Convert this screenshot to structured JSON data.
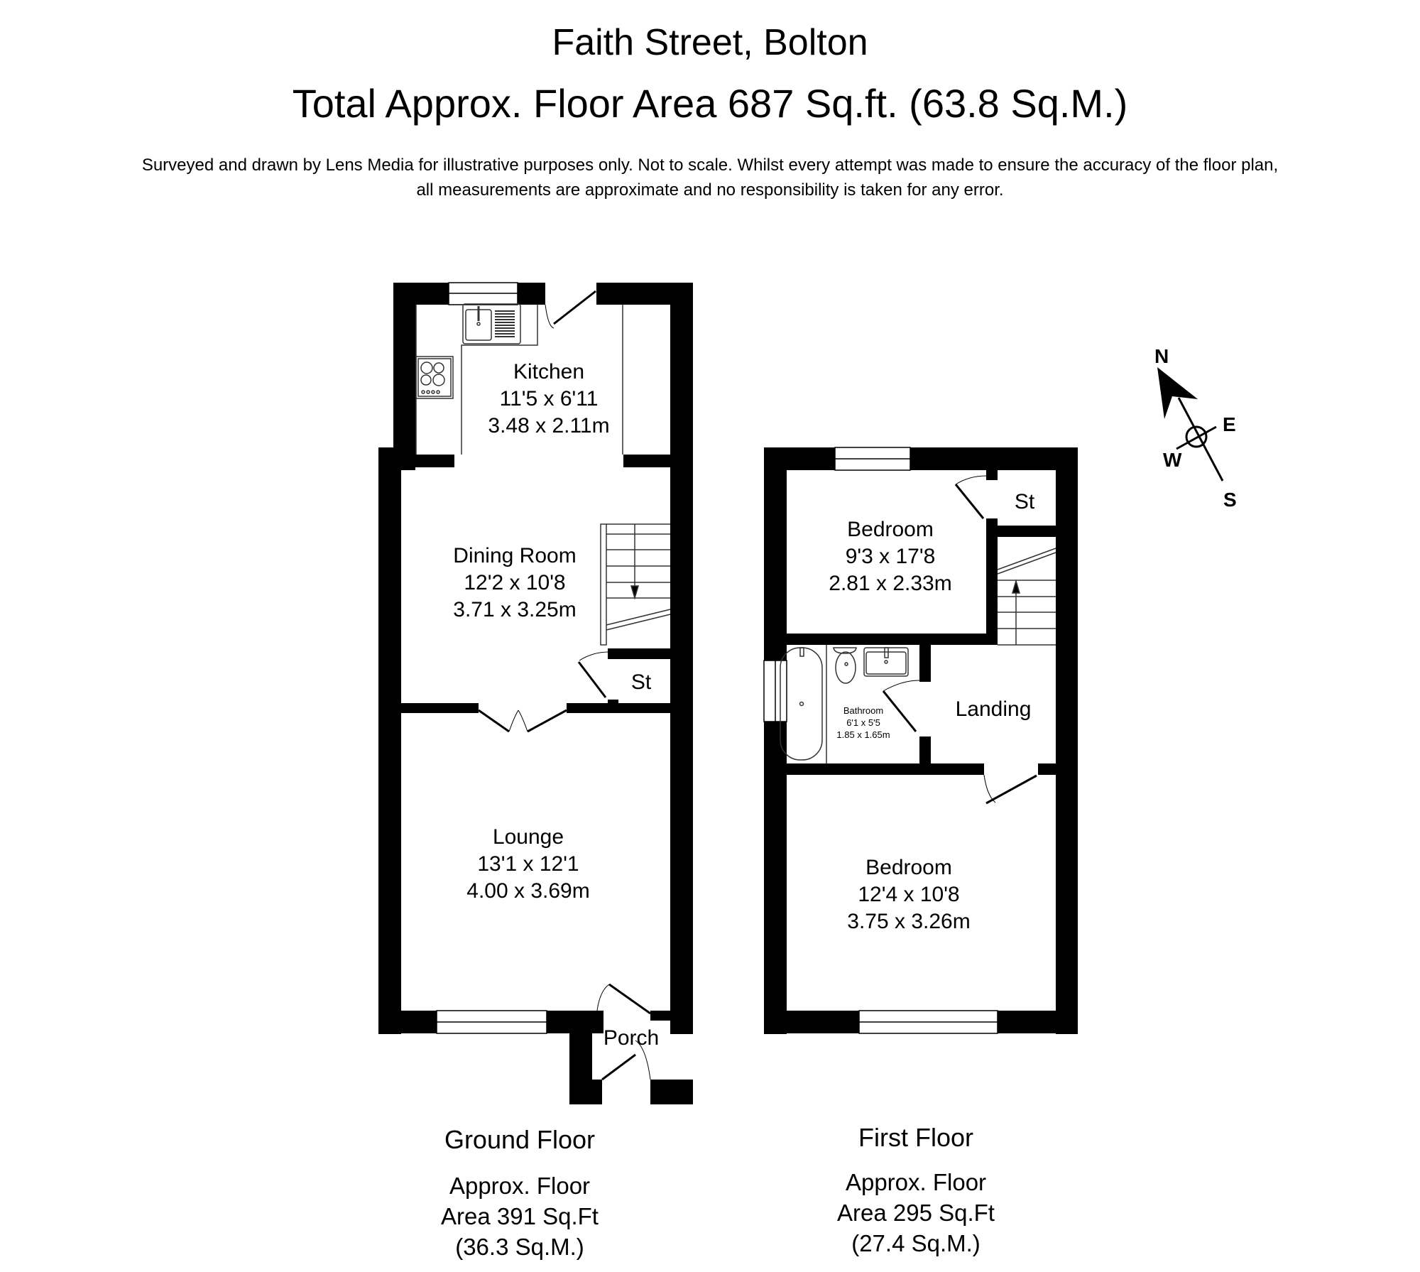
{
  "header": {
    "title": "Faith Street, Bolton",
    "total_area": "Total Approx. Floor Area 687 Sq.ft. (63.8 Sq.M.)",
    "disclaimer_line1": "Surveyed and drawn by Lens Media for illustrative purposes only. Not to scale. Whilst every attempt was made to ensure the accuracy of the floor plan,",
    "disclaimer_line2": "all measurements are approximate and no responsibility is taken for any error."
  },
  "ground_floor": {
    "name": "Ground Floor",
    "area_line1": "Approx. Floor",
    "area_line2": "Area 391 Sq.Ft",
    "area_line3": "(36.3 Sq.M.)",
    "rooms": {
      "kitchen": {
        "name": "Kitchen",
        "imperial": "11'5 x 6'11",
        "metric": "3.48 x 2.11m"
      },
      "dining": {
        "name": "Dining Room",
        "imperial": "12'2 x 10'8",
        "metric": "3.71 x 3.25m"
      },
      "store": {
        "name": "St"
      },
      "lounge": {
        "name": "Lounge",
        "imperial": "13'1 x 12'1",
        "metric": "4.00 x 3.69m"
      },
      "porch": {
        "name": "Porch"
      }
    }
  },
  "first_floor": {
    "name": "First Floor",
    "area_line1": "Approx. Floor",
    "area_line2": "Area 295 Sq.Ft",
    "area_line3": "(27.4 Sq.M.)",
    "rooms": {
      "bedroom_rear": {
        "name": "Bedroom",
        "imperial": "9'3 x 17'8",
        "metric": "2.81 x 2.33m"
      },
      "store": {
        "name": "St"
      },
      "bathroom": {
        "name": "Bathroom",
        "imperial": "6'1 x 5'5",
        "metric": "1.85 x 1.65m"
      },
      "landing": {
        "name": "Landing"
      },
      "bedroom_front": {
        "name": "Bedroom",
        "imperial": "12'4 x 10'8",
        "metric": "3.75 x 3.26m"
      }
    }
  },
  "compass": {
    "north": "N",
    "east": "E",
    "south": "S",
    "west": "W",
    "icon": "compass-icon"
  },
  "colors": {
    "wall": "#000000",
    "background": "#ffffff",
    "fixture_line": "#444444"
  }
}
